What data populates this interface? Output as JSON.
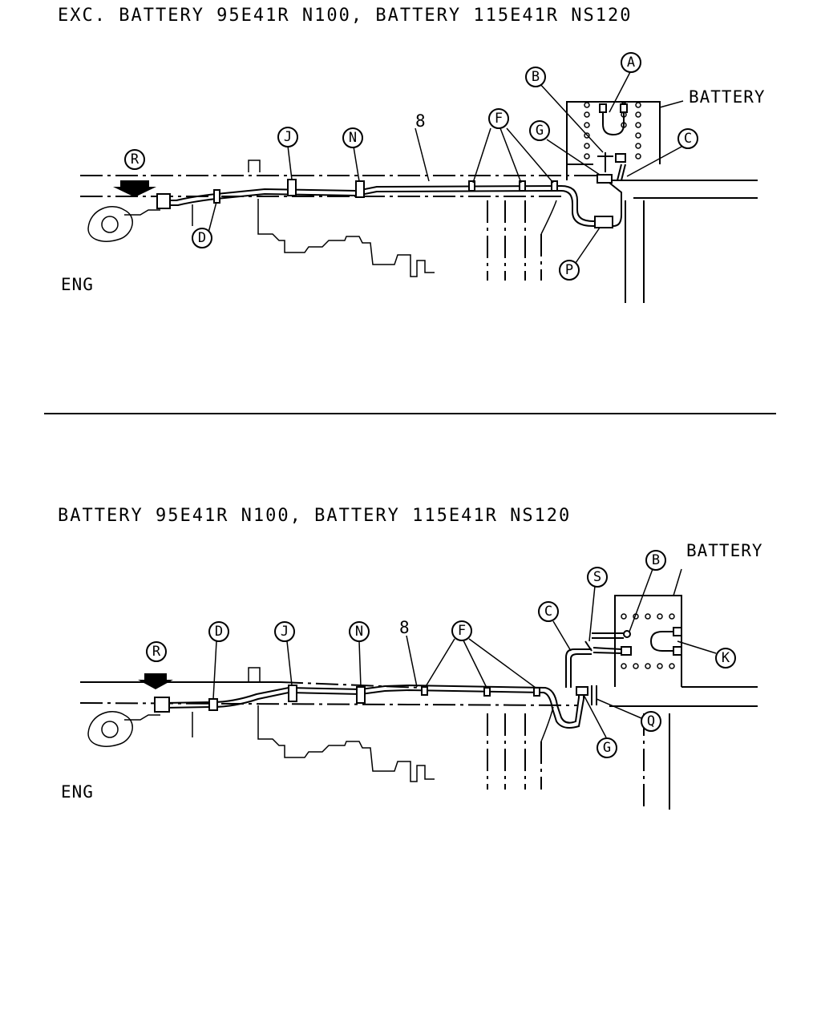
{
  "panels": [
    {
      "title": "EXC. BATTERY 95E41R N100, BATTERY 115E41R NS120",
      "battery_label": "BATTERY",
      "eng_label": "ENG",
      "harness_number": "8",
      "callouts": {
        "a": "A",
        "b": "B",
        "c": "C",
        "d": "D",
        "f": "F",
        "g": "G",
        "j": "J",
        "n": "N",
        "p": "P",
        "r": "R"
      }
    },
    {
      "title": "BATTERY 95E41R N100, BATTERY 115E41R NS120",
      "battery_label": "BATTERY",
      "eng_label": "ENG",
      "harness_number": "8",
      "callouts": {
        "b": "B",
        "c": "C",
        "d": "D",
        "f": "F",
        "g": "G",
        "j": "J",
        "k": "K",
        "n": "N",
        "q": "Q",
        "r": "R",
        "s": "S"
      }
    }
  ]
}
